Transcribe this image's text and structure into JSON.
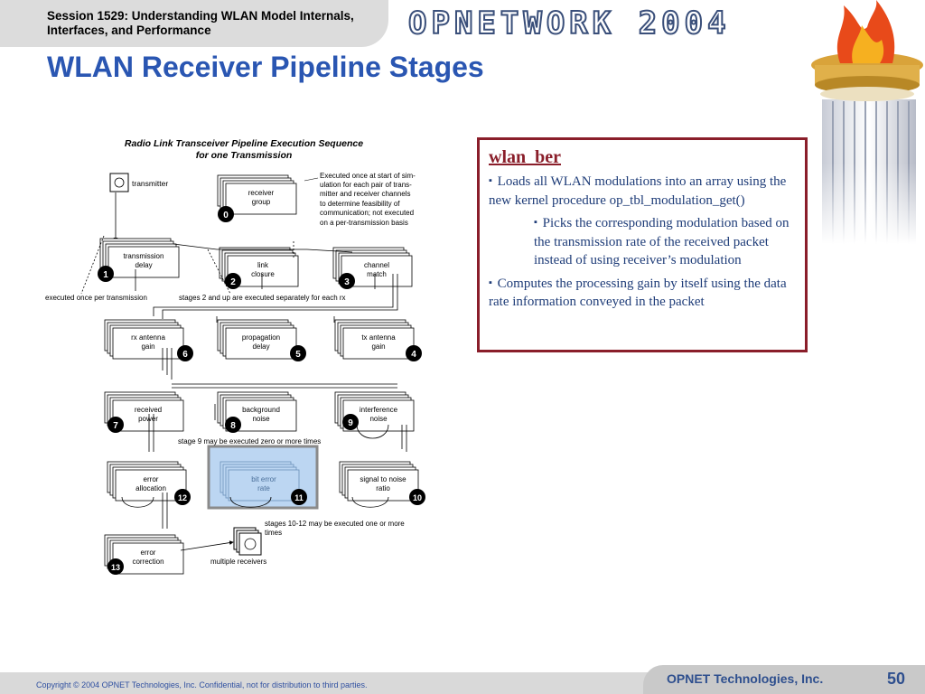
{
  "header": {
    "session_line1": "Session 1529: Understanding WLAN Model Internals,",
    "session_line2": "Interfaces, and Performance",
    "conference_logo": "OPNETWORK 2004"
  },
  "slide": {
    "title": "WLAN Receiver Pipeline Stages"
  },
  "diagram": {
    "title_line1": "Radio Link Transceiver Pipeline Execution Sequence",
    "title_line2": "for one Transmission",
    "transmitter": "transmitter",
    "stages": [
      {
        "num": "0",
        "l1": "receiver",
        "l2": "group"
      },
      {
        "num": "1",
        "l1": "transmission",
        "l2": "delay"
      },
      {
        "num": "2",
        "l1": "link",
        "l2": "closure"
      },
      {
        "num": "3",
        "l1": "channel",
        "l2": "match"
      },
      {
        "num": "4",
        "l1": "tx antenna",
        "l2": "gain"
      },
      {
        "num": "5",
        "l1": "propagation",
        "l2": "delay"
      },
      {
        "num": "6",
        "l1": "rx antenna",
        "l2": "gain"
      },
      {
        "num": "7",
        "l1": "received",
        "l2": "power"
      },
      {
        "num": "8",
        "l1": "background",
        "l2": "noise"
      },
      {
        "num": "9",
        "l1": "interference",
        "l2": "noise"
      },
      {
        "num": "10",
        "l1": "signal to noise",
        "l2": "ratio"
      },
      {
        "num": "11",
        "l1": "bit error",
        "l2": "rate"
      },
      {
        "num": "12",
        "l1": "error",
        "l2": "allocation"
      },
      {
        "num": "13",
        "l1": "error",
        "l2": "correction"
      }
    ],
    "note_stage0": [
      "Executed once at start of sim-",
      "ulation for each pair of trans-",
      "mitter and receiver channels",
      "to determine feasibility of",
      "communication; not executed",
      "on a per-transmission basis"
    ],
    "note_once": "executed once per transmission",
    "note_stages2up": "stages 2 and up are executed separately for each rx",
    "note_stage9": "stage 9 may be executed zero or more times",
    "note_stages10_12": [
      "stages 10-12 may be executed one or more",
      "times"
    ],
    "multiple_receivers": "multiple receivers"
  },
  "info_box": {
    "title": "wlan_ber",
    "bullet1": "Loads all WLAN modulations into an array using the new kernel procedure op_tbl_modulation_get()",
    "sub_bullet": "Picks the corresponding modulation based on the transmission rate of the received packet instead of using receiver’s modulation",
    "bullet2": "Computes the processing gain by itself using the data rate information conveyed in the packet",
    "bullet_glyph": "▪"
  },
  "footer": {
    "copyright": "Copyright © 2004 OPNET Technologies, Inc.  Confidential, not for distribution to third parties.",
    "company": "OPNET Technologies, Inc.",
    "page_number": "50"
  },
  "colors": {
    "title_blue": "#2a56b2",
    "box_border": "#8a1e2a",
    "body_text": "#1e3c78",
    "highlight": "#bcd6f2"
  }
}
